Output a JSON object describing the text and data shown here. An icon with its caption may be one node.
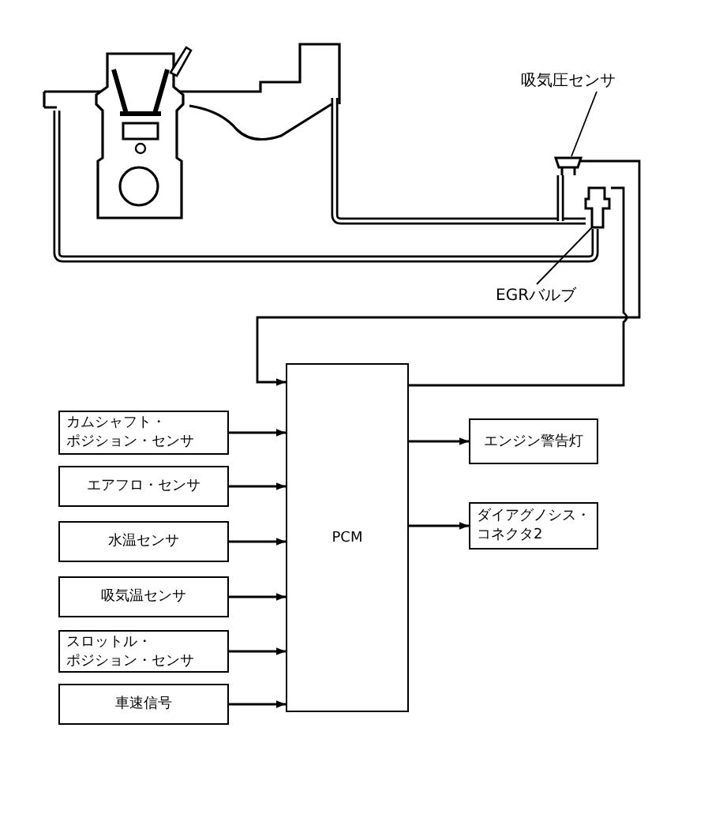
{
  "diagram": {
    "nodes": [
      {
        "text": [
          "吸気圧センサ"
        ]
      },
      {
        "text": [],
        "shape": "picture"
      },
      {
        "text": [
          "EGRバルブ"
        ]
      },
      {
        "text": [],
        "shape": "picture"
      },
      {
        "text": [
          "PCM"
        ]
      },
      {
        "text": [
          "カムシャフト・ポジション・センサ"
        ]
      },
      {
        "text": [
          "エアフロ・センサ"
        ]
      },
      {
        "text": [
          "水温センサ"
        ]
      },
      {
        "text": [
          "吸気温センサ"
        ]
      },
      {
        "text": [
          "スロットル・ポジション・センサ"
        ]
      },
      {
        "text": [
          "車速信号"
        ]
      },
      {
        "text": [
          "エンジン警告灯"
        ]
      },
      {
        "text": [
          "ダイアグノシス・コネクタ2"
        ]
      }
    ],
    "edges": [
      {
        "from": 0,
        "to": 1,
        "arrow": "none"
      },
      {
        "from": 2,
        "to": 3,
        "arrow": "none"
      },
      {
        "from": 1,
        "to": 4,
        "arrow": "to"
      },
      {
        "from": 3,
        "to": 4,
        "arrow": "none"
      },
      {
        "from": 5,
        "to": 4,
        "arrow": "to"
      },
      {
        "from": 6,
        "to": 4,
        "arrow": "to"
      },
      {
        "from": 7,
        "to": 4,
        "arrow": "to"
      },
      {
        "from": 8,
        "to": 4,
        "arrow": "to"
      },
      {
        "from": 9,
        "to": 4,
        "arrow": "to"
      },
      {
        "from": 10,
        "to": 4,
        "arrow": "to"
      },
      {
        "from": 4,
        "to": 11,
        "arrow": "to"
      },
      {
        "from": 4,
        "to": 12,
        "arrow": "to"
      }
    ]
  }
}
